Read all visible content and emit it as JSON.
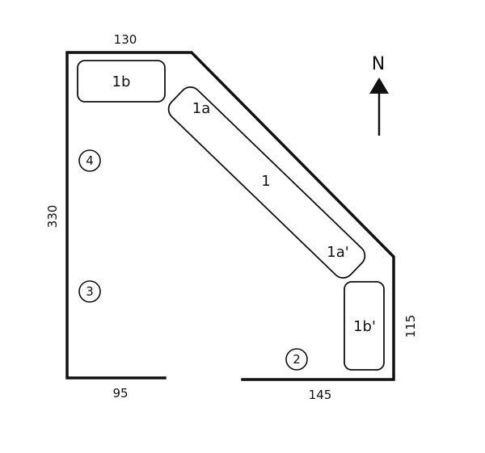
{
  "diagram": {
    "dimensions": {
      "top": "130",
      "left": "330",
      "bottom_left": "95",
      "bottom_right": "145",
      "right": "115"
    },
    "zones": {
      "z1": "1",
      "z1a": "1a",
      "z1a_prime": "1a'",
      "z1b": "1b",
      "z1b_prime": "1b'"
    },
    "positions": {
      "p2": "2",
      "p3": "3",
      "p4": "4"
    },
    "north": {
      "label": "N"
    },
    "colors": {
      "line": "#111111",
      "background": "#ffffff"
    }
  }
}
